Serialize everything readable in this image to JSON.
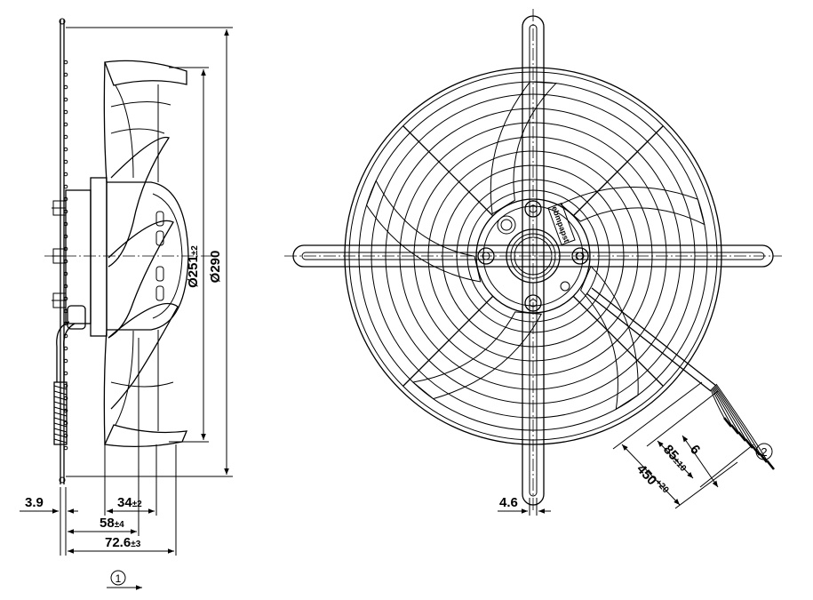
{
  "side_view": {
    "dim_outer_diameter": {
      "main": "Ø290",
      "tol": ""
    },
    "dim_blade_diameter": {
      "main": "Ø251",
      "tol": "±2"
    },
    "dim_guard_thickness": {
      "main": "3.9",
      "tol": ""
    },
    "dim_hub_depth": {
      "main": "34",
      "tol": "±2"
    },
    "dim_motor_depth": {
      "main": "58",
      "tol": "±4"
    },
    "dim_total_depth": {
      "main": "72.6",
      "tol": "±3"
    },
    "airflow_callout": "1"
  },
  "front_view": {
    "dim_strut_width": {
      "main": "4.6",
      "tol": ""
    },
    "dim_cable_length": {
      "main": "450",
      "tol": "+20"
    },
    "dim_strip_length": {
      "main": "85",
      "tol": "±10"
    },
    "dim_wire_end": {
      "main": "6",
      "tol": ""
    },
    "cable_callout": "2",
    "label_text": "ebmpapst"
  }
}
